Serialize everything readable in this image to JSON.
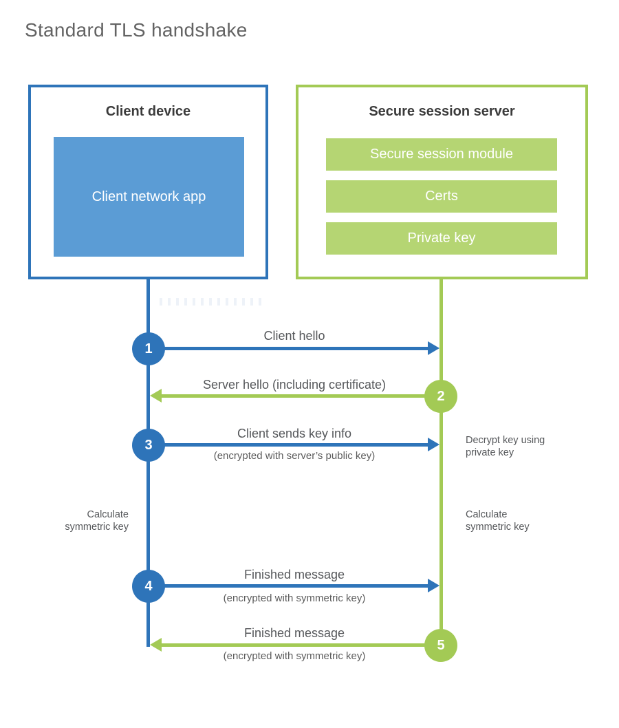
{
  "title": "Standard TLS handshake",
  "client": {
    "title": "Client device",
    "app_label": "Client network app"
  },
  "server": {
    "title": "Secure session server",
    "modules": [
      "Secure session module",
      "Certs",
      "Private key"
    ]
  },
  "steps": [
    {
      "num": "1",
      "from": "client",
      "direction": "right",
      "label": "Client hello",
      "sublabel": ""
    },
    {
      "num": "2",
      "from": "server",
      "direction": "left",
      "label": "Server hello (including certificate)",
      "sublabel": ""
    },
    {
      "num": "3",
      "from": "client",
      "direction": "right",
      "label": "Client sends key info",
      "sublabel": "(encrypted with server’s public key)"
    },
    {
      "num": "4",
      "from": "client",
      "direction": "right",
      "label": "Finished message",
      "sublabel": "(encrypted with symmetric key)"
    },
    {
      "num": "5",
      "from": "server",
      "direction": "left",
      "label": "Finished message",
      "sublabel": "(encrypted with symmetric key)"
    }
  ],
  "notes": {
    "decrypt": "Decrypt key using private key",
    "calc_left": "Calculate symmetric key",
    "calc_right": "Calculate symmetric key"
  },
  "colors": {
    "client_accent": "#2e74b9",
    "client_fill": "#5b9cd5",
    "server_accent": "#a3ca55",
    "server_fill": "#b5d573",
    "label_text": "#55575a",
    "heading_text": "#3b3b3b",
    "title_text": "#636363"
  }
}
